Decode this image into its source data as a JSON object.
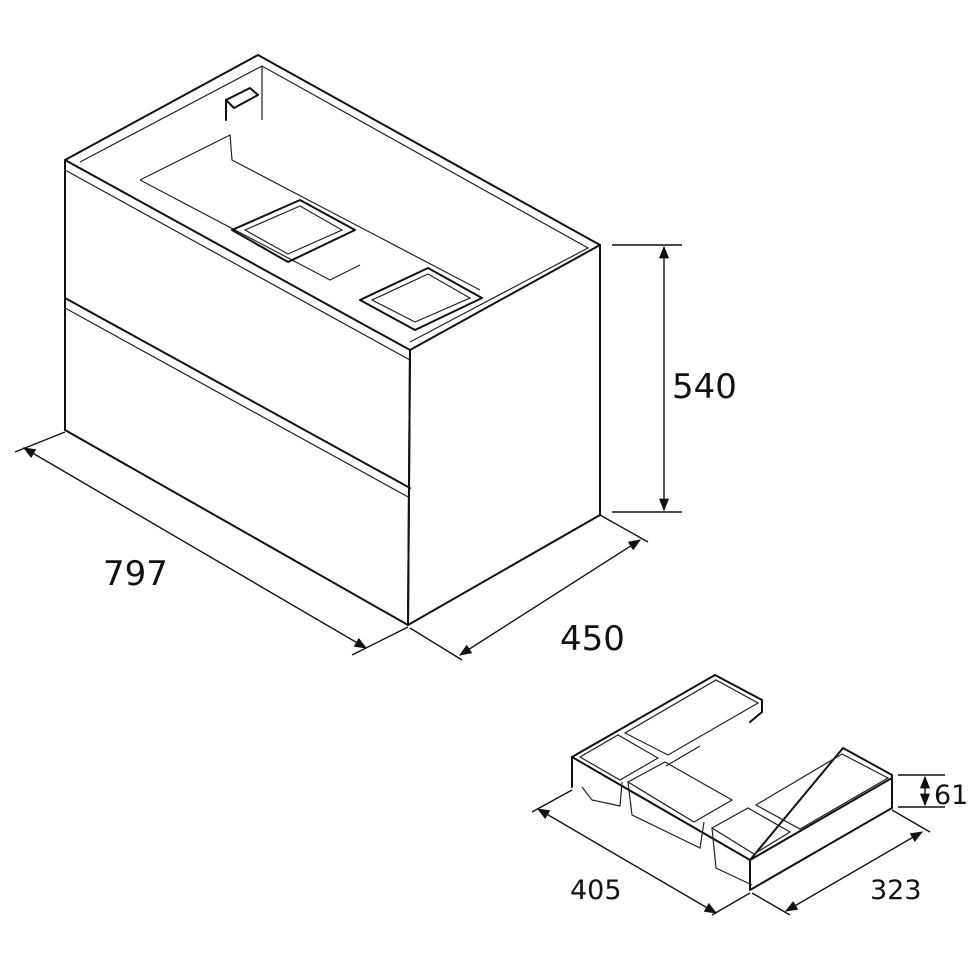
{
  "title": "Vanity cabinet with drawer organizer - dimension drawing",
  "units": "mm",
  "cabinet": {
    "height": "540",
    "width": "797",
    "depth": "450"
  },
  "organizer": {
    "height": "61",
    "width": "405",
    "depth": "323"
  }
}
